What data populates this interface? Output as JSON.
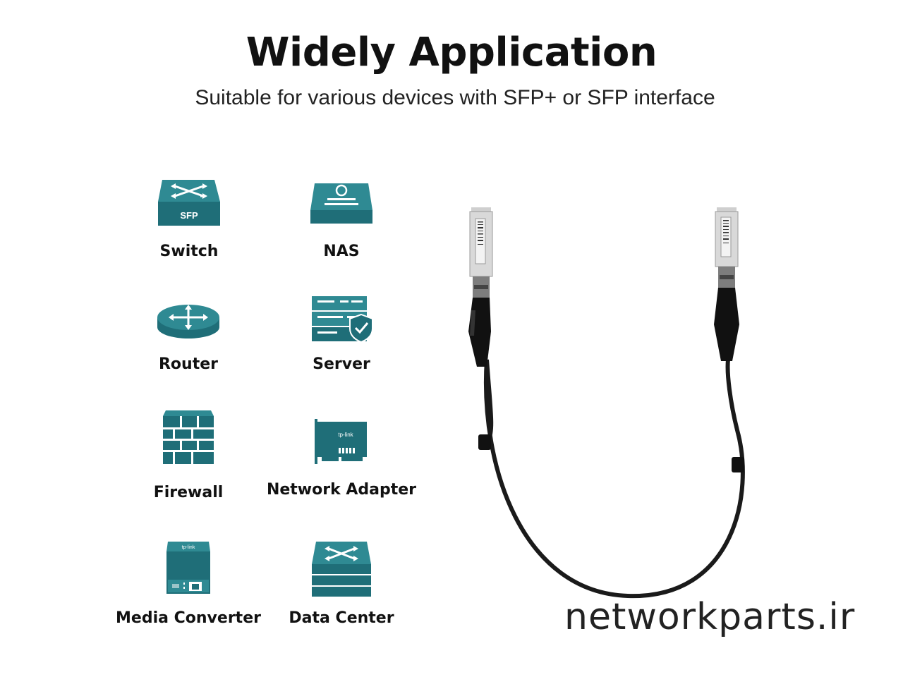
{
  "header": {
    "title": "Widely Application",
    "subtitle": "Suitable for various devices with SFP+ or SFP interface"
  },
  "accent_color": "#1f6e78",
  "devices": [
    {
      "label": "Switch",
      "icon": "switch-icon",
      "badge": "SFP"
    },
    {
      "label": "NAS",
      "icon": "nas-icon"
    },
    {
      "label": "Router",
      "icon": "router-icon"
    },
    {
      "label": "Server",
      "icon": "server-icon"
    },
    {
      "label": "Firewall",
      "icon": "firewall-icon"
    },
    {
      "label": "Network Adapter",
      "icon": "network-adapter-icon",
      "brand": "tp-link"
    },
    {
      "label": "Media Converter",
      "icon": "media-converter-icon",
      "brand": "tp-link"
    },
    {
      "label": "Data Center",
      "icon": "data-center-icon"
    }
  ],
  "product": {
    "icon": "sfp-dac-cable-icon"
  },
  "watermark": "networkparts.ir"
}
